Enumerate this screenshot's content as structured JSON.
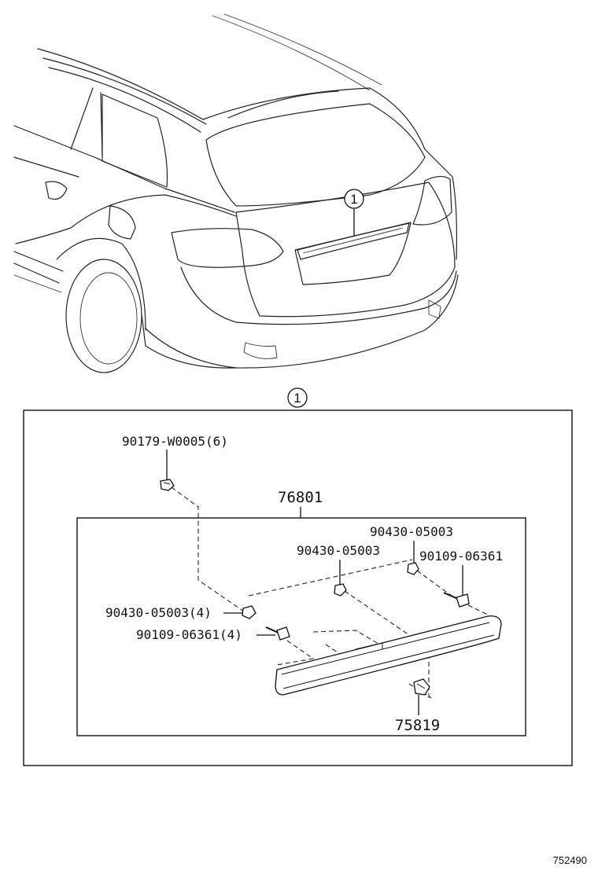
{
  "diagram": {
    "callout_number": "1",
    "labels": {
      "bolt_top": "90179-W0005(6)",
      "garnish_assembly": "76801",
      "nut_right_top": "90430-05003",
      "nut_center": "90430-05003",
      "screw_right": "90109-06361",
      "nut_left": "90430-05003(4)",
      "screw_left": "90109-06361(4)",
      "clip_bottom": "75819"
    },
    "figure_ref": "752490"
  }
}
